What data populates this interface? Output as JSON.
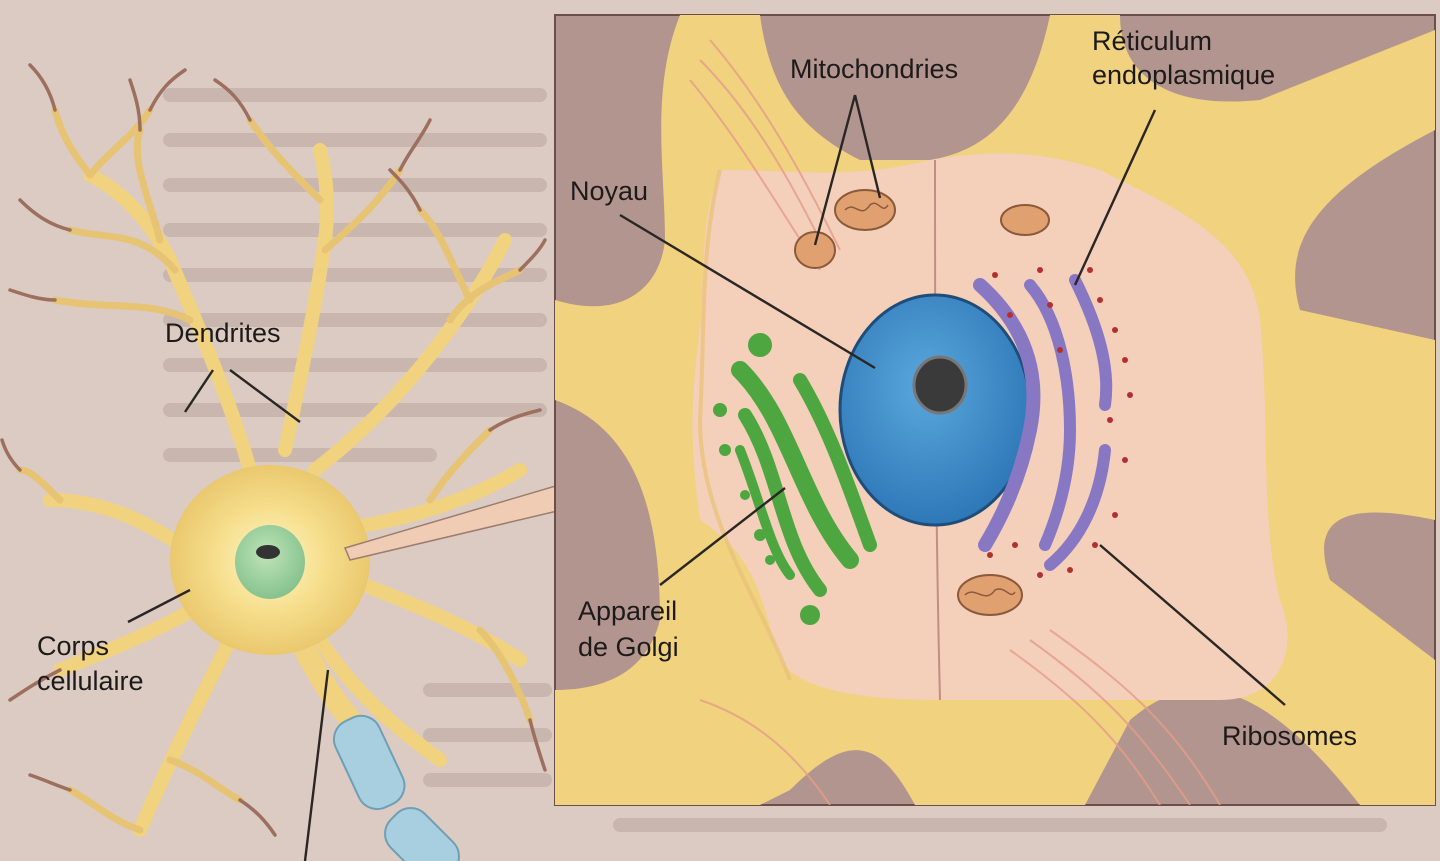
{
  "labels": {
    "dendrites": "Dendrites",
    "corps": [
      "Corps",
      "cellulaire"
    ],
    "noyau": "Noyau",
    "mitochondries": "Mitochondries",
    "reticulum": [
      "Réticulum",
      "endoplasmique"
    ],
    "golgi": [
      "Appareil",
      "de Golgi"
    ],
    "ribosomes": "Ribosomes"
  },
  "colors": {
    "cytoplasm_yellow": "#f3d98a",
    "inset_bg": "#b3958f",
    "cell_pink": "#f4cfba",
    "nucleus_blue": "#3f8fcc",
    "golgi_green": "#4ea640",
    "er_purple": "#8878c4",
    "mito_orange": "#e0a070",
    "ribosome_red": "#b33030",
    "myelin_blue": "#a7cfe0"
  }
}
